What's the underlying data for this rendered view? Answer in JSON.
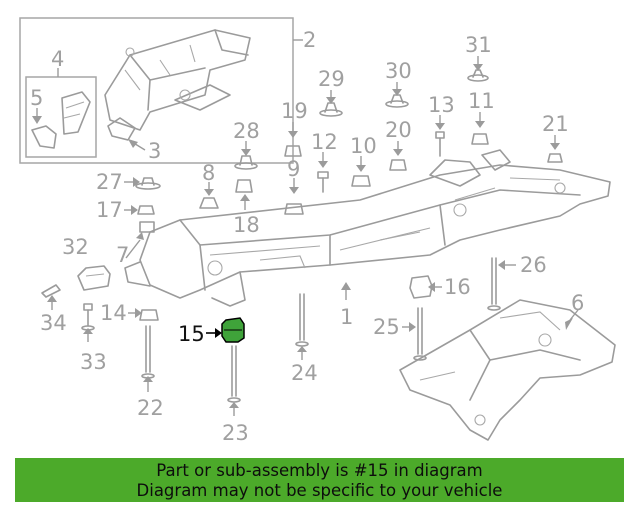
{
  "callouts": {
    "c1": "1",
    "c2": "2",
    "c3": "3",
    "c4": "4",
    "c5": "5",
    "c6": "6",
    "c7": "7",
    "c8": "8",
    "c9": "9",
    "c10": "10",
    "c11": "11",
    "c12": "12",
    "c13": "13",
    "c14": "14",
    "c15": "15",
    "c16": "16",
    "c17": "17",
    "c18": "18",
    "c19": "19",
    "c20": "20",
    "c21": "21",
    "c22": "22",
    "c23": "23",
    "c24": "24",
    "c25": "25",
    "c26": "26",
    "c27": "27",
    "c28": "28",
    "c29": "29",
    "c30": "30",
    "c31": "31",
    "c32": "32",
    "c33": "33",
    "c34": "34"
  },
  "highlighted_part": "15",
  "banner": {
    "line1": "Part or sub-assembly is #15 in diagram",
    "line2": "Diagram may not be specific to your vehicle"
  },
  "colors": {
    "highlight": "#3fa33a",
    "banner": "#4caa2a",
    "line_art": "#9b9b9b"
  }
}
